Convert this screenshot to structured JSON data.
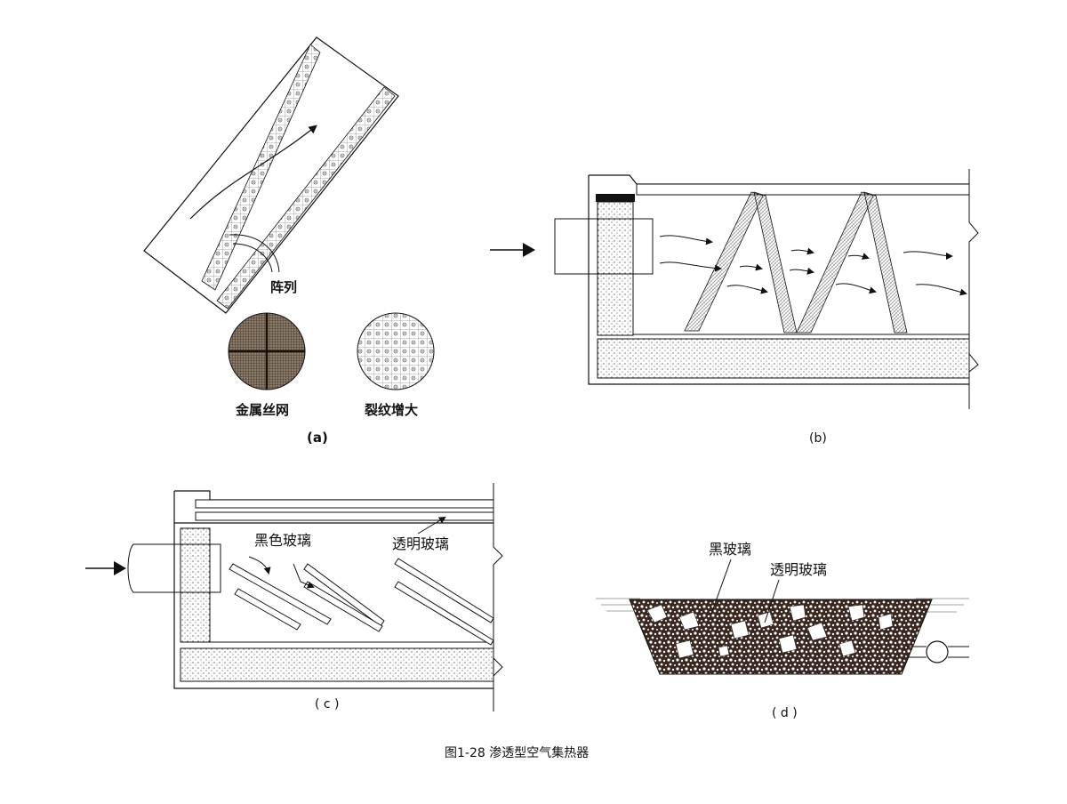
{
  "panel_a": {
    "label_array": "阵列",
    "label_mesh": "金属丝网",
    "label_crack": "裂纹增大",
    "caption": "(a)"
  },
  "panel_b": {
    "caption": "(b)"
  },
  "panel_c": {
    "label_black_glass": "黑色玻璃",
    "label_clear_glass": "透明玻璃",
    "caption": "( c )"
  },
  "panel_d": {
    "label_black_glass": "黑玻璃",
    "label_clear_glass": "透明玻璃",
    "caption": "( d )"
  },
  "figure": {
    "caption": "图1-28   渗透型空气集热器"
  }
}
